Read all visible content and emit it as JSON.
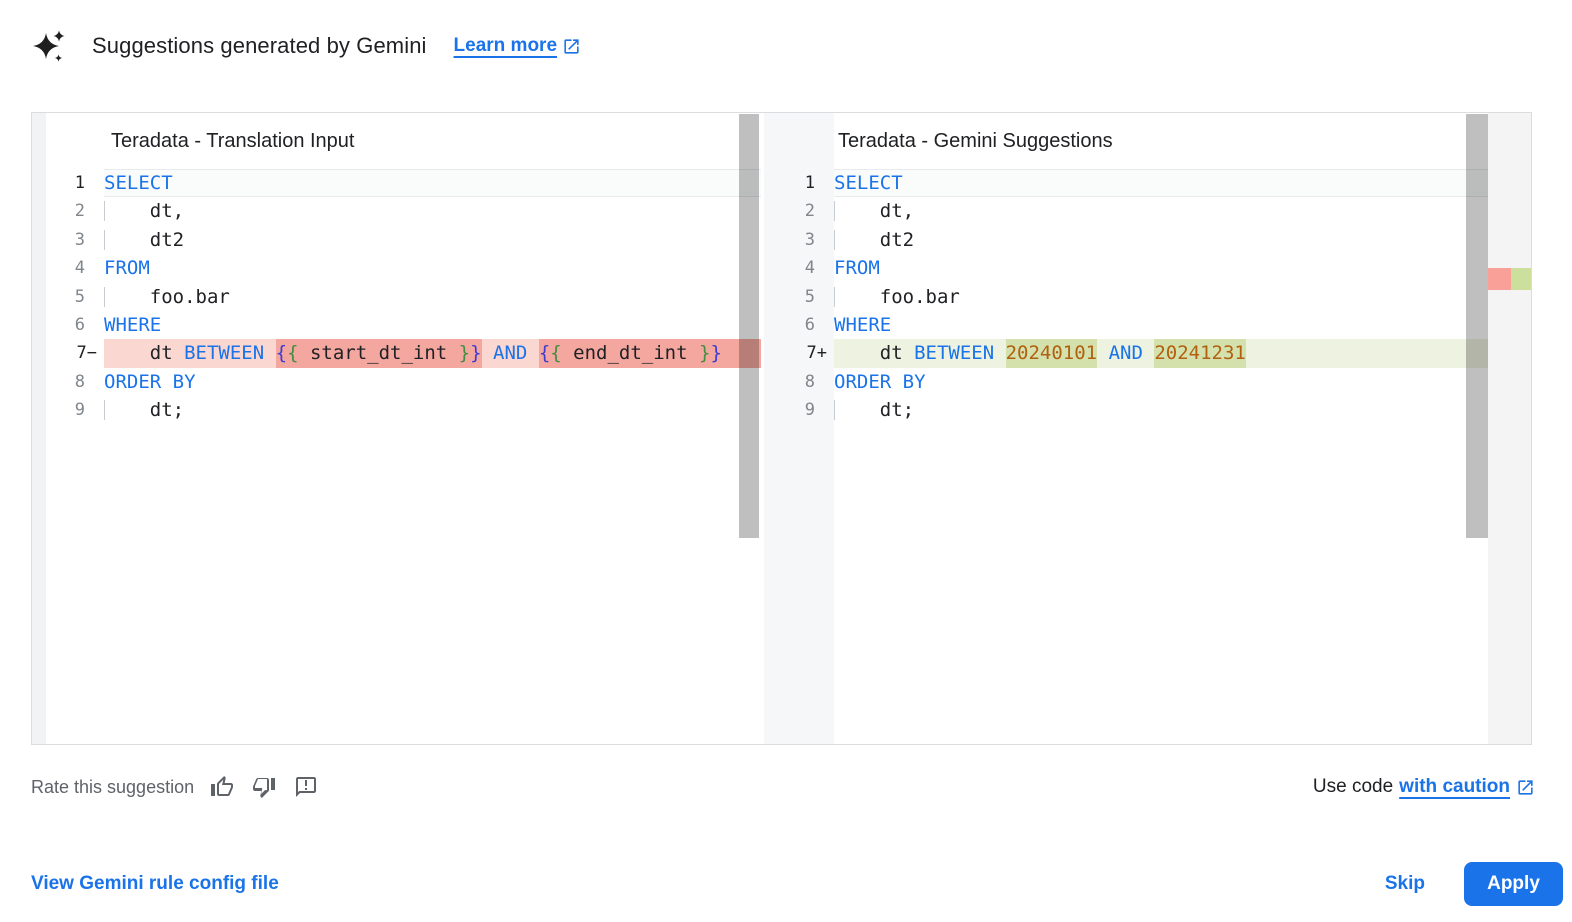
{
  "header": {
    "title": "Suggestions generated by Gemini",
    "learn_more": "Learn more"
  },
  "panels": {
    "left": {
      "title": "Teradata - Translation Input",
      "lines": [
        {
          "num": "1",
          "active": true,
          "tokens": [
            {
              "t": "SELECT",
              "c": "kw"
            }
          ]
        },
        {
          "num": "2",
          "indent": true,
          "tokens": [
            {
              "t": "    dt,"
            }
          ]
        },
        {
          "num": "3",
          "indent": true,
          "tokens": [
            {
              "t": "    dt2"
            }
          ]
        },
        {
          "num": "4",
          "tokens": [
            {
              "t": "FROM",
              "c": "kw"
            }
          ]
        },
        {
          "num": "5",
          "indent": true,
          "tokens": [
            {
              "t": "    foo.bar"
            }
          ]
        },
        {
          "num": "6",
          "tokens": [
            {
              "t": "WHERE",
              "c": "kw"
            }
          ]
        },
        {
          "num": "7",
          "marker": "−",
          "diff": "removed",
          "trail": true,
          "tokens": [
            {
              "t": "    dt "
            },
            {
              "t": "BETWEEN",
              "c": "kw"
            },
            {
              "t": " "
            },
            {
              "t": "{",
              "c": "br1",
              "hl": true
            },
            {
              "t": "{",
              "c": "br2",
              "hl": true
            },
            {
              "t": " start_dt_int ",
              "hl": true
            },
            {
              "t": "}",
              "c": "br2",
              "hl": true
            },
            {
              "t": "}",
              "c": "br1",
              "hl": true
            },
            {
              "t": " "
            },
            {
              "t": "AND",
              "c": "kw"
            },
            {
              "t": " "
            },
            {
              "t": "{",
              "c": "br1",
              "hl": true
            },
            {
              "t": "{",
              "c": "br2",
              "hl": true
            },
            {
              "t": " end_dt_int ",
              "hl": true
            },
            {
              "t": "}",
              "c": "br2",
              "hl": true
            },
            {
              "t": "}",
              "c": "br1",
              "hl": true
            }
          ]
        },
        {
          "num": "8",
          "tokens": [
            {
              "t": "ORDER BY",
              "c": "kw"
            }
          ]
        },
        {
          "num": "9",
          "indent": true,
          "tokens": [
            {
              "t": "    dt;"
            }
          ]
        }
      ]
    },
    "right": {
      "title": "Teradata - Gemini Suggestions",
      "lines": [
        {
          "num": "1",
          "active": true,
          "tokens": [
            {
              "t": "SELECT",
              "c": "kw"
            }
          ]
        },
        {
          "num": "2",
          "indent": true,
          "tokens": [
            {
              "t": "    dt,"
            }
          ]
        },
        {
          "num": "3",
          "indent": true,
          "tokens": [
            {
              "t": "    dt2"
            }
          ]
        },
        {
          "num": "4",
          "tokens": [
            {
              "t": "FROM",
              "c": "kw"
            }
          ]
        },
        {
          "num": "5",
          "indent": true,
          "tokens": [
            {
              "t": "    foo.bar"
            }
          ]
        },
        {
          "num": "6",
          "tokens": [
            {
              "t": "WHERE",
              "c": "kw"
            }
          ]
        },
        {
          "num": "7",
          "marker": "+",
          "diff": "added",
          "tokens": [
            {
              "t": "    dt "
            },
            {
              "t": "BETWEEN",
              "c": "kw"
            },
            {
              "t": " "
            },
            {
              "t": "20240101",
              "c": "num",
              "hl": true
            },
            {
              "t": " "
            },
            {
              "t": "AND",
              "c": "kw"
            },
            {
              "t": " "
            },
            {
              "t": "20241231",
              "c": "num",
              "hl": true
            }
          ]
        },
        {
          "num": "8",
          "tokens": [
            {
              "t": "ORDER BY",
              "c": "kw"
            }
          ]
        },
        {
          "num": "9",
          "indent": true,
          "tokens": [
            {
              "t": "    dt;"
            }
          ]
        }
      ]
    }
  },
  "rate": {
    "label": "Rate this suggestion",
    "icons": [
      "thumb-up",
      "thumb-down",
      "feedback"
    ]
  },
  "use_code": {
    "prefix": "Use code",
    "link": "with caution"
  },
  "actions": {
    "view_config": "View Gemini rule config file",
    "skip": "Skip",
    "apply": "Apply"
  },
  "colors": {
    "accent_blue": "#1a73e8",
    "keyword": "#1a73e8",
    "number_literal": "#b0610f",
    "brace_outer": "#3d3bd1",
    "brace_inner": "#3f8e41",
    "removed_line_bg": "#fbd7d2",
    "removed_word_bg": "#f4a79f",
    "added_line_bg": "#eef2e0",
    "added_word_bg": "#d5e1ad",
    "minimap_removed": "#f9a198",
    "minimap_added": "#cddf9d",
    "apply_button_bg": "#1a73e8",
    "muted_text": "#5f6368"
  }
}
